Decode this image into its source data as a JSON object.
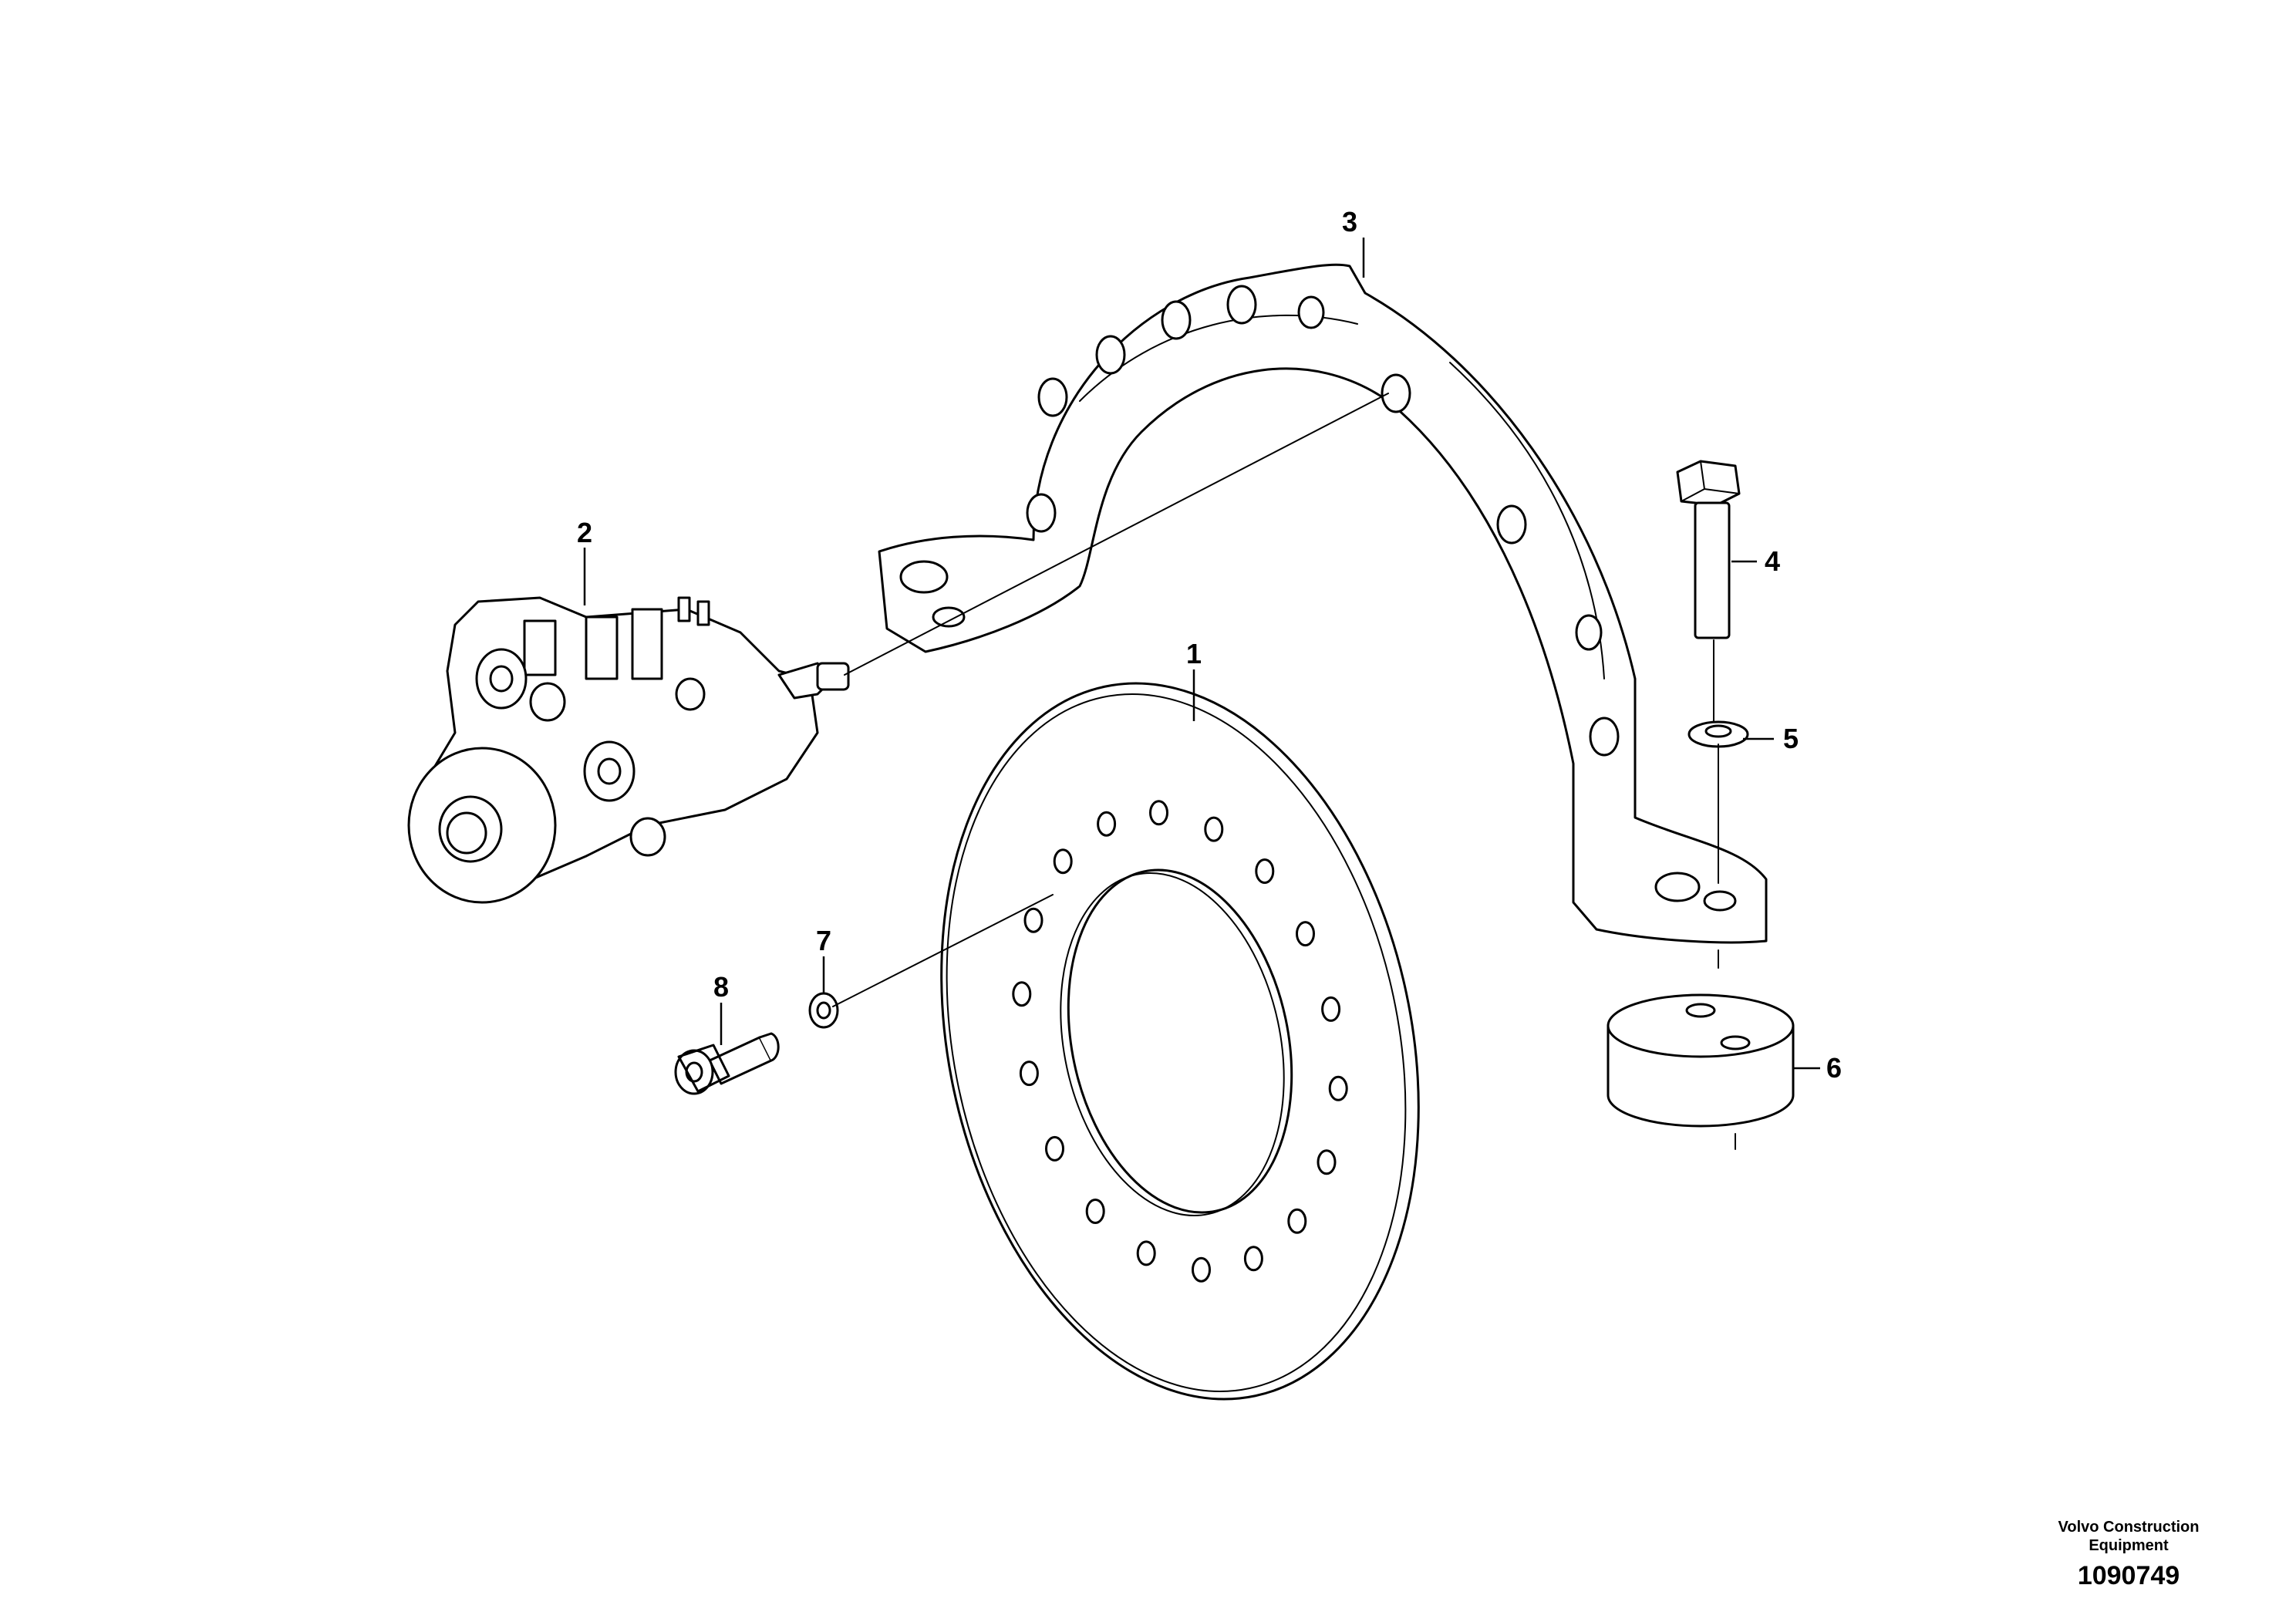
{
  "callouts": {
    "c1": "1",
    "c2": "2",
    "c3": "3",
    "c4": "4",
    "c5": "5",
    "c6": "6",
    "c7": "7",
    "c8": "8"
  },
  "footer": {
    "brand_line1": "Volvo Construction",
    "brand_line2": "Equipment",
    "drawing_number": "1090749"
  }
}
